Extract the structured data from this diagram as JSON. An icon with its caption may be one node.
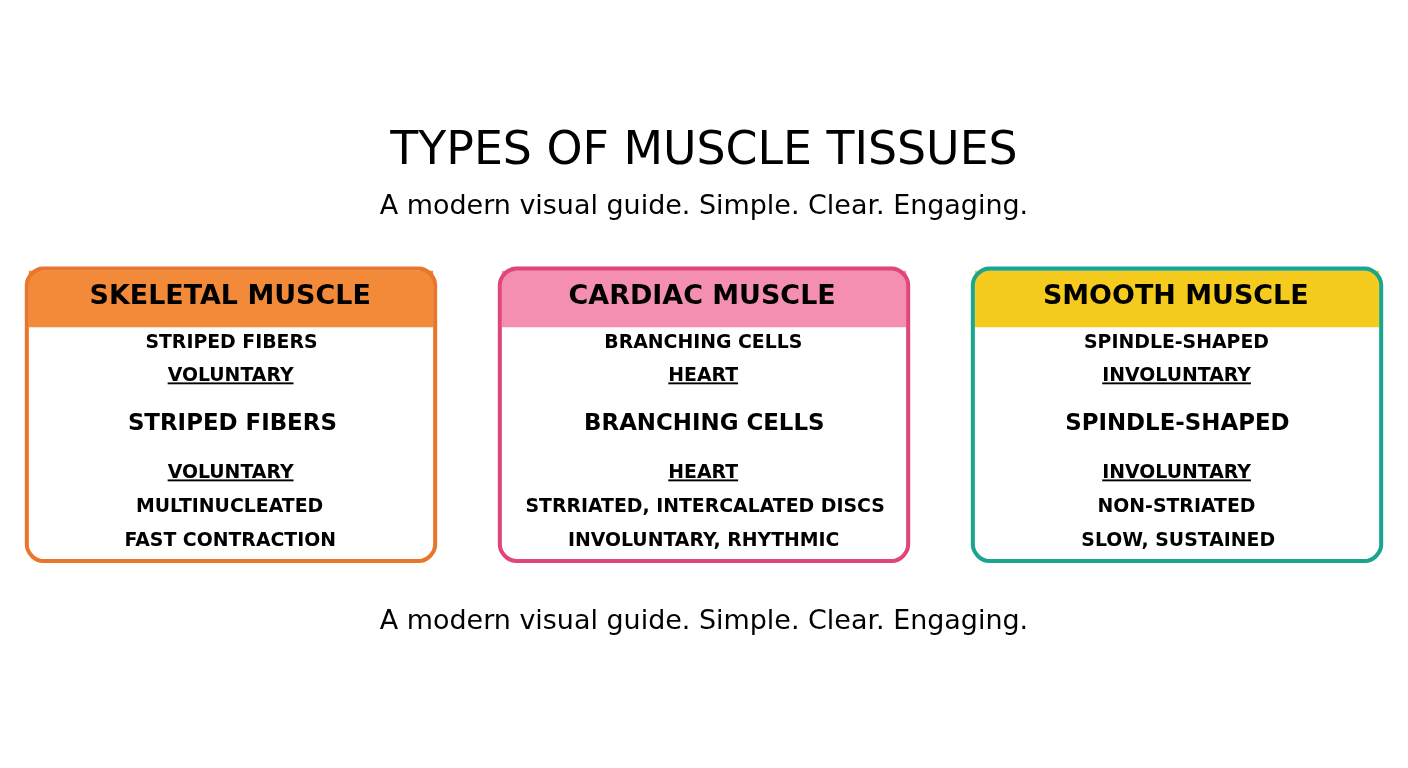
{
  "diagram": {
    "title": "TYPES OF MUSCLE TISSUES",
    "caption": "A modern visual guide. Simple. Clear. Engaging.",
    "nodes": [
      {
        "text": [
          "SKELETAL MUSCLE",
          "STRIPED FIBERS",
          "VOLUNTARY",
          "STRIPED FIBERS",
          "VOLUNTARY",
          "MULTINUCLEATED",
          "FAST CONTRACTION"
        ]
      },
      {
        "text": [
          "CARDIAC MUSCLE",
          "BRANCHING CELLS",
          "HEART",
          "BRANCHING CELLS",
          "HEART",
          "STRRIATED, INTERCALATED DISCS",
          "INVOLUNTARY, RHYTHMIC"
        ]
      },
      {
        "text": [
          "SMOOTH MUSCLE",
          "SPINDLE-SHAPED",
          "INVOLUNTARY",
          "SPINDLE-SHAPED",
          "INVOLUNTARY",
          "NON-STRIATED",
          "SLOW, SUSTAINED"
        ]
      }
    ],
    "labels": [
      "A modern visual guide. Simple. Clear. Engaging."
    ]
  }
}
